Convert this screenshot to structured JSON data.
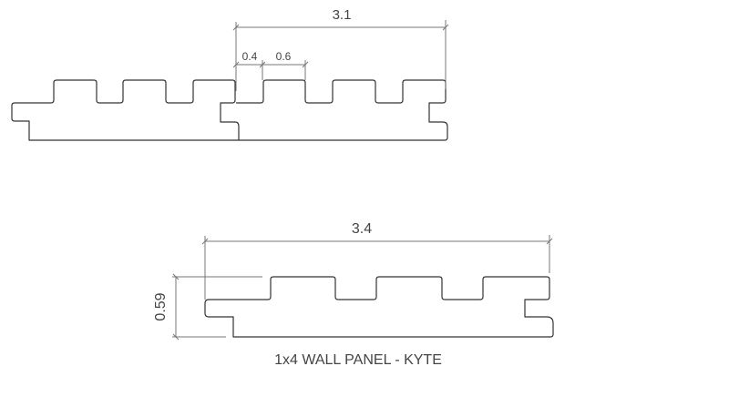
{
  "top_assembly": {
    "overall_width": "3.1",
    "gap_width": "0.4",
    "rib_width": "0.6"
  },
  "single_panel": {
    "width": "3.4",
    "thickness": "0.59",
    "caption": "1x4 WALL PANEL - KYTE"
  },
  "colors": {
    "outline": "#333333",
    "dimension": "#777777"
  }
}
